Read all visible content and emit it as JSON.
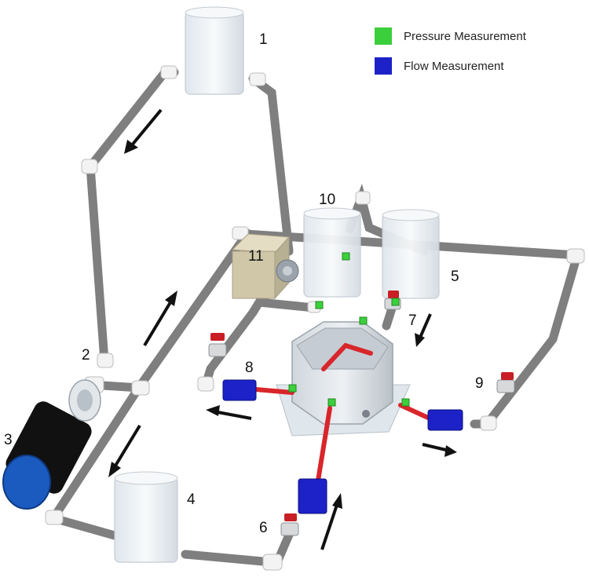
{
  "legend": {
    "pressure": {
      "label": "Pressure Measurement",
      "color": "#3ccf3c"
    },
    "flow": {
      "label": "Flow Measurement",
      "color": "#1c22c8"
    }
  },
  "labels": {
    "n1": "1",
    "n2": "2",
    "n3": "3",
    "n4": "4",
    "n5": "5",
    "n6": "6",
    "n7": "7",
    "n8": "8",
    "n9": "9",
    "n10": "10",
    "n11": "11"
  },
  "colors": {
    "pipe": "#7f7f7f",
    "fitting": "#f2f2f2",
    "tube": "#d8262b",
    "valve": "#c81e24",
    "pump_body": "#111111",
    "pump_cap": "#1b5bbf",
    "box": "#cfc7a8",
    "tank": "#eef2f5"
  }
}
